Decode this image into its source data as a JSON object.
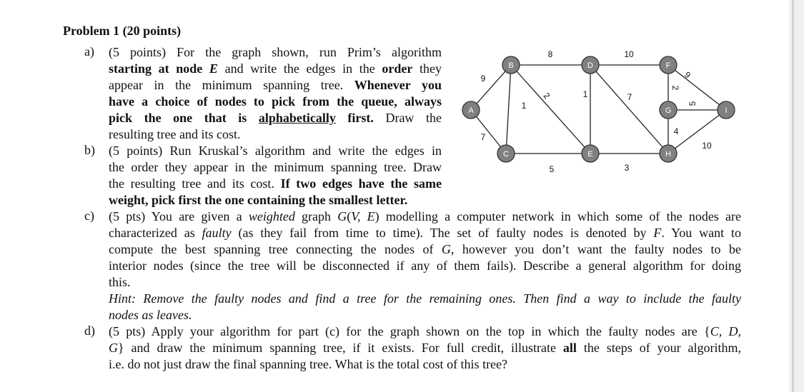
{
  "heading": "Problem 1 (20 points)",
  "labels": {
    "a": "a)",
    "b": "b)",
    "c": "c)",
    "d": "d)"
  },
  "part_a": {
    "l1": "(5 points) For the graph shown, run Prim’s algorithm",
    "l2_b1": "starting at node ",
    "l2_em": "E",
    "l2_t1": " and write the edges in the ",
    "l2_b2": "order",
    "l2_t2": " they",
    "l3_t": "appear in the minimum spanning tree. ",
    "l3_b": "Whenever you",
    "l4_b": "have a choice of nodes to pick from the queue, always",
    "l5_b1": "pick the one that is ",
    "l5_u": "alphabetically",
    "l5_b2": " first.",
    "l5_t": " Draw the",
    "l6": "resulting tree and its cost."
  },
  "part_b": {
    "l1": "(5 points) Run Kruskal’s algorithm and write the edges in",
    "l2": "the order they appear in the minimum spanning tree. Draw",
    "l3_t": "the resulting tree and its cost. ",
    "l3_b": "If two edges have the same",
    "l4_b": "weight, pick first the one containing the smallest letter."
  },
  "part_c": {
    "l1_t1": "(5 pts) You are given a ",
    "l1_em1": "weighted",
    "l1_t2": " graph ",
    "l1_em2": "G",
    "l1_t3": "(",
    "l1_em3": "V, E",
    "l1_t4": ") modelling a computer network in which some of the nodes are",
    "l2_t1": "characterized as ",
    "l2_em1": "faulty",
    "l2_t2": " (as they fail from time to time). The set of faulty nodes is denoted by ",
    "l2_em2": "F",
    "l2_t3": ". You want to",
    "l3_t1": "compute the best spanning tree connecting the nodes of ",
    "l3_em": "G",
    "l3_t2": ", however you don’t want the faulty nodes to be",
    "l4": "interior nodes (since the tree will be disconnected if any of them fails). Describe a general algorithm for doing",
    "l5": "this.",
    "hint1": "Hint: Remove the faulty nodes and find a tree for the remaining ones. Then find a way to include the faulty",
    "hint2": "nodes as leaves."
  },
  "part_d": {
    "l1_t1": "(5 pts) Apply your algorithm for part (c) for the graph shown on the top in which the faulty nodes are {",
    "l1_em": "C, D,",
    "l2_em": "G",
    "l2_t": "} and draw the minimum spanning tree, if it exists. For full credit, illustrate ",
    "l2_b": "all",
    "l2_t2": " the steps of your algorithm,",
    "l3": "i.e. do not just draw the final spanning tree. What is the total cost of this tree?"
  },
  "graph": {
    "node_fill": "#808080",
    "nodes": {
      "A": "A",
      "B": "B",
      "C": "C",
      "D": "D",
      "E": "E",
      "F": "F",
      "G": "G",
      "H": "H",
      "I": "I"
    },
    "weights": {
      "AB": "9",
      "AC": "7",
      "BC": "1",
      "BD": "8",
      "BE": "2",
      "DE": "1",
      "CE": "5",
      "DF": "10",
      "DH": "7",
      "EH": "3",
      "FG": "2",
      "FI": "9",
      "GH": "4",
      "GI": "5",
      "HI": "10"
    }
  }
}
